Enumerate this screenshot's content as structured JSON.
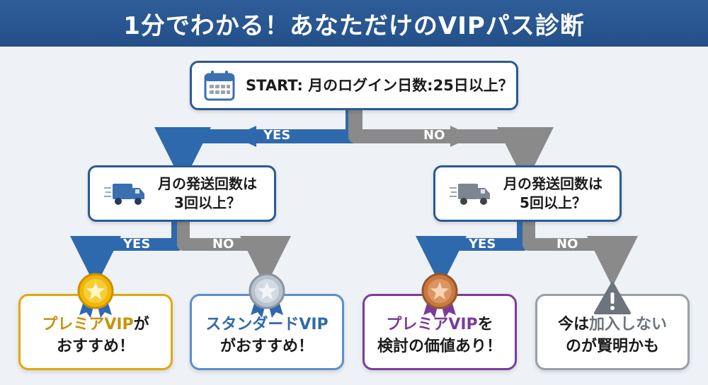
{
  "title": "1分でわかる！あなただけのVIPパス診断",
  "start": {
    "text": "START: 月のログイン日数:25日以上？",
    "icon": "calendar-icon"
  },
  "branch_labels": {
    "yes": "YES",
    "no": "NO"
  },
  "q_left": {
    "line1": "月の発送回数は",
    "line2": "3回以上？",
    "icon": "delivery-truck-icon"
  },
  "q_right": {
    "line1": "月の発送回数は",
    "line2": "5回以上？",
    "icon": "delivery-truck-icon"
  },
  "results": [
    {
      "line1_accent": "プレミアVIP",
      "line1_rest": "が",
      "line2": "おすすめ！",
      "icon": "gold-medal-icon"
    },
    {
      "line1_accent": "スタンダードVIP",
      "line1_rest": "",
      "line2": "がおすすめ！",
      "icon": "silver-medal-icon"
    },
    {
      "line1_accent": "プレミアVIP",
      "line1_rest": "を",
      "line2": "検討の価値あり！",
      "icon": "bronze-medal-icon"
    },
    {
      "line1_pre": "今は",
      "line1_accent": "加入しない",
      "line2": "のが賢明かも",
      "icon": "warning-icon"
    }
  ],
  "colors": {
    "header": "#24508a",
    "yes_arrow": "#2f69ad",
    "no_arrow": "#8a8a8a",
    "gold": "#e0a90a",
    "blue": "#2f69ad",
    "purple": "#7a3c9c",
    "gray": "#8a8f98"
  }
}
